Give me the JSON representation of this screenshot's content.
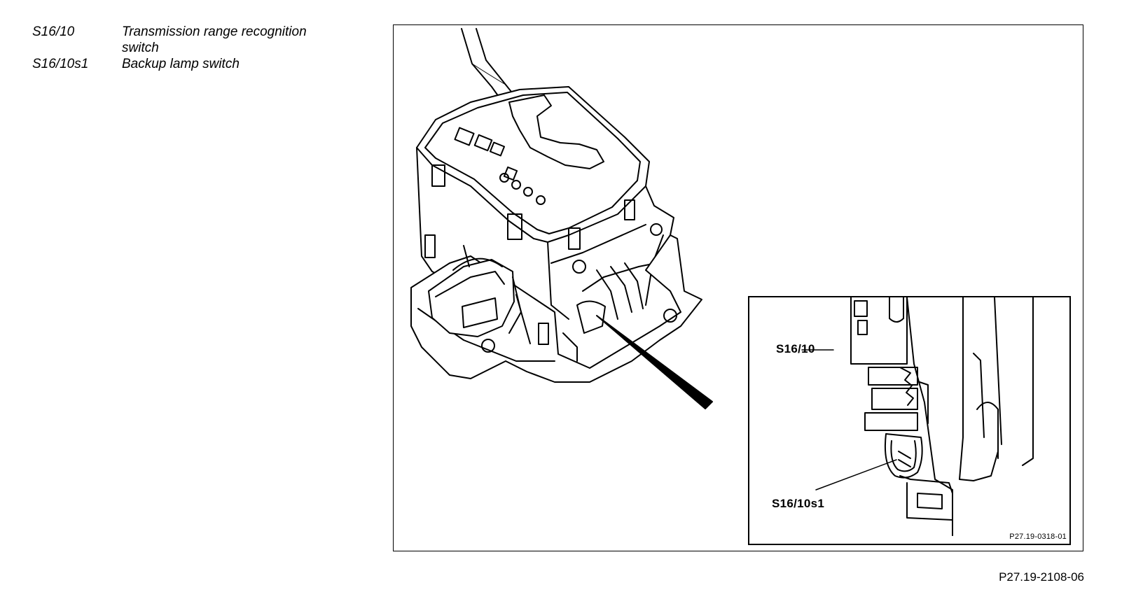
{
  "legend": [
    {
      "code": "S16/10",
      "description": "Transmission range recognition switch"
    },
    {
      "code": "S16/10s1",
      "description": "Backup lamp switch"
    }
  ],
  "callouts": {
    "switch": "S16/10",
    "backup_lamp": "S16/10s1"
  },
  "inset_reference": "P27.19-0318-01",
  "figure_reference": "P27.19-2108-06"
}
